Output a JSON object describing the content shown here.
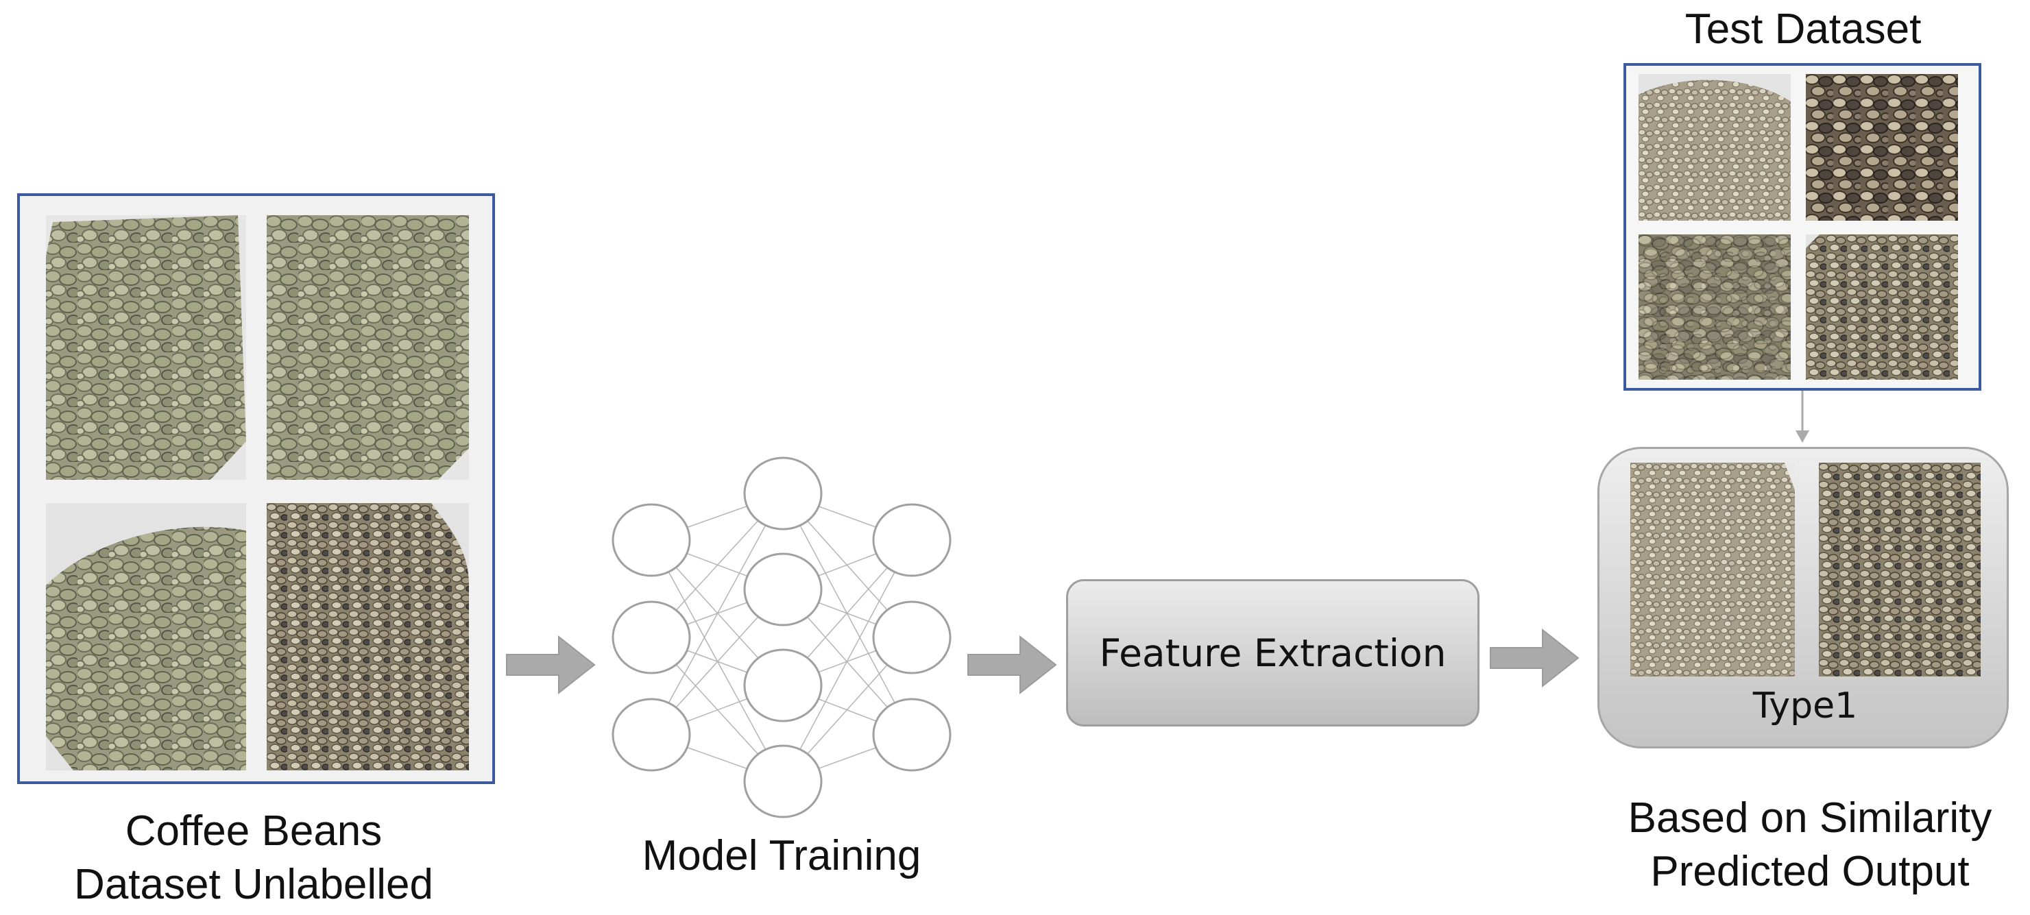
{
  "dataset": {
    "caption_line1": "Coffee Beans",
    "caption_line2": "Dataset Unlabelled",
    "images": [
      "green-beans-pile-1",
      "green-beans-pile-2",
      "green-beans-pile-3",
      "mixed-beans-pile-4"
    ]
  },
  "model": {
    "caption": "Model Training",
    "layers": [
      3,
      4,
      3
    ]
  },
  "feature_box": {
    "label": "Feature Extraction"
  },
  "test_dataset": {
    "title": "Test Dataset",
    "images": [
      "test-beans-1",
      "test-beans-2",
      "test-beans-3",
      "test-beans-4"
    ]
  },
  "prediction": {
    "type_label": "Type1",
    "caption_line1": "Based on Similarity",
    "caption_line2": "Predicted Output",
    "images": [
      "predicted-beans-1",
      "predicted-beans-2"
    ]
  },
  "colors": {
    "frame_border": "#3c5a9e",
    "arrow": "#aaaaaa",
    "node_stroke": "#a0a0a0",
    "box_gradient_top": "#eeeeee",
    "box_gradient_bottom": "#c4c4c4"
  }
}
